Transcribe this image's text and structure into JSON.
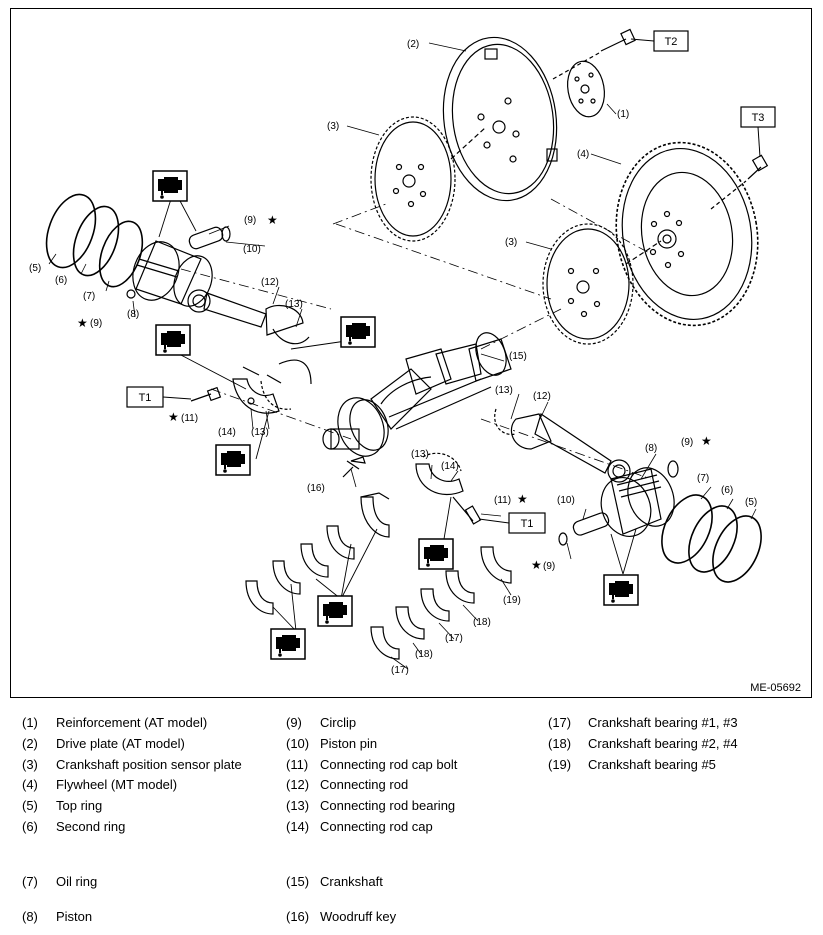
{
  "figure_code": "ME-05692",
  "torque_labels": [
    "T1",
    "T2",
    "T3"
  ],
  "callouts": {
    "c1": "(1)",
    "c2": "(2)",
    "c3a": "(3)",
    "c3b": "(3)",
    "c4": "(4)",
    "c5a": "(5)",
    "c5b": "(5)",
    "c6a": "(6)",
    "c6b": "(6)",
    "c7a": "(7)",
    "c7b": "(7)",
    "c8a": "(8)",
    "c8b": "(8)",
    "c9a": "(9)",
    "c9b": "(9)",
    "c9c": "(9)",
    "c9d": "(9)",
    "c10a": "(10)",
    "c10b": "(10)",
    "c11a": "(11)",
    "c11b": "(11)",
    "c12a": "(12)",
    "c12b": "(12)",
    "c13a": "(13)",
    "c13b": "(13)",
    "c13c": "(13)",
    "c13d": "(13)",
    "c14a": "(14)",
    "c14b": "(14)",
    "c15": "(15)",
    "c16": "(16)",
    "c17a": "(17)",
    "c17b": "(17)",
    "c18a": "(18)",
    "c18b": "(18)",
    "c19": "(19)"
  },
  "star": "★",
  "legend": [
    {
      "num": "(1)",
      "text": "Reinforcement (AT model)"
    },
    {
      "num": "(2)",
      "text": "Drive plate (AT model)"
    },
    {
      "num": "(3)",
      "text": "Crankshaft position sensor plate"
    },
    {
      "num": "(4)",
      "text": "Flywheel (MT model)"
    },
    {
      "num": "(5)",
      "text": "Top ring"
    },
    {
      "num": "(6)",
      "text": "Second ring"
    },
    {
      "num": "(7)",
      "text": "Oil ring"
    },
    {
      "num": "(8)",
      "text": "Piston"
    },
    {
      "num": "(9)",
      "text": "Circlip"
    },
    {
      "num": "(10)",
      "text": "Piston pin"
    },
    {
      "num": "(11)",
      "text": "Connecting rod cap bolt"
    },
    {
      "num": "(12)",
      "text": "Connecting rod"
    },
    {
      "num": "(13)",
      "text": "Connecting rod bearing"
    },
    {
      "num": "(14)",
      "text": "Connecting rod cap"
    },
    {
      "num": "(15)",
      "text": "Crankshaft"
    },
    {
      "num": "(16)",
      "text": "Woodruff key"
    },
    {
      "num": "(17)",
      "text": "Crankshaft bearing #1, #3"
    },
    {
      "num": "(18)",
      "text": "Crankshaft bearing #2, #4"
    },
    {
      "num": "(19)",
      "text": "Crankshaft bearing #5"
    }
  ]
}
